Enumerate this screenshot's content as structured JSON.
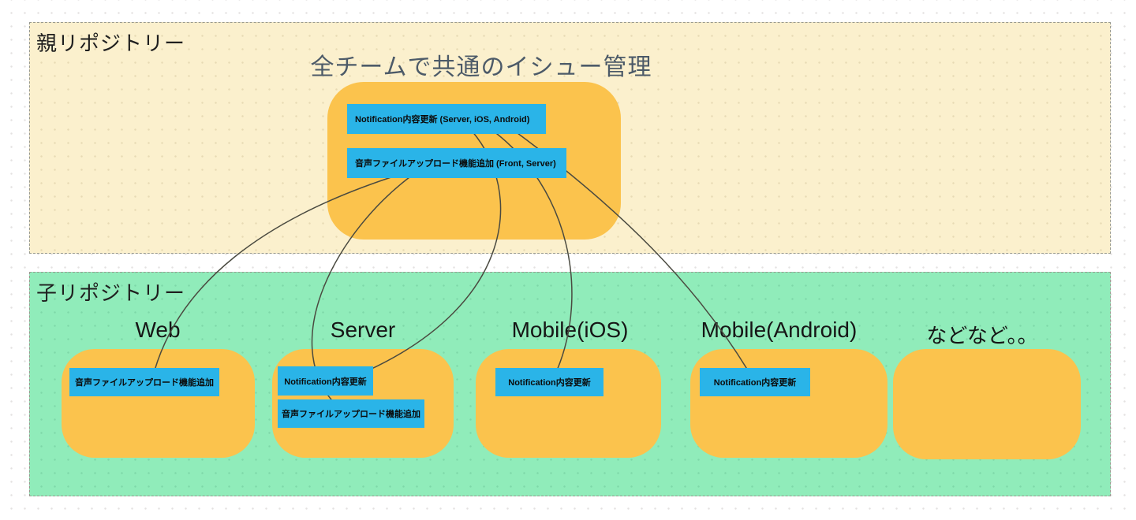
{
  "colors": {
    "canvas_bg": "#ffffff",
    "parent_section_bg": "#FBF0CD",
    "child_section_bg": "#90ECBA",
    "node_bg": "#FBC34D",
    "issue_chip_bg": "#2AB4E8",
    "connector": "#4a4a40",
    "title_text": "#4C5A68",
    "label_text": "#1f1f1f"
  },
  "parent": {
    "label": "親リポジトリー",
    "title": "全チームで共通のイシュー管理",
    "issues": [
      {
        "label": "Notification内容更新 (Server, iOS, Android)"
      },
      {
        "label": "音声ファイルアップロード機能追加 (Front, Server)"
      }
    ]
  },
  "child": {
    "label": "子リポジトリー",
    "repos": [
      {
        "name": "Web",
        "issues": [
          {
            "label": "音声ファイルアップロード機能追加"
          }
        ]
      },
      {
        "name": "Server",
        "issues": [
          {
            "label": "Notification内容更新"
          },
          {
            "label": "音声ファイルアップロード機能追加"
          }
        ]
      },
      {
        "name": "Mobile(iOS)",
        "issues": [
          {
            "label": "Notification内容更新"
          }
        ]
      },
      {
        "name": "Mobile(Android)",
        "issues": [
          {
            "label": "Notification内容更新"
          }
        ]
      },
      {
        "name": "などなど。。",
        "issues": []
      }
    ]
  },
  "connections": [
    {
      "from": "parent:Notification内容更新 (Server, iOS, Android)",
      "to": "Server:Notification内容更新"
    },
    {
      "from": "parent:Notification内容更新 (Server, iOS, Android)",
      "to": "Mobile(iOS):Notification内容更新"
    },
    {
      "from": "parent:Notification内容更新 (Server, iOS, Android)",
      "to": "Mobile(Android):Notification内容更新"
    },
    {
      "from": "parent:音声ファイルアップロード機能追加 (Front, Server)",
      "to": "Web:音声ファイルアップロード機能追加"
    },
    {
      "from": "parent:音声ファイルアップロード機能追加 (Front, Server)",
      "to": "Server:音声ファイルアップロード機能追加"
    }
  ]
}
